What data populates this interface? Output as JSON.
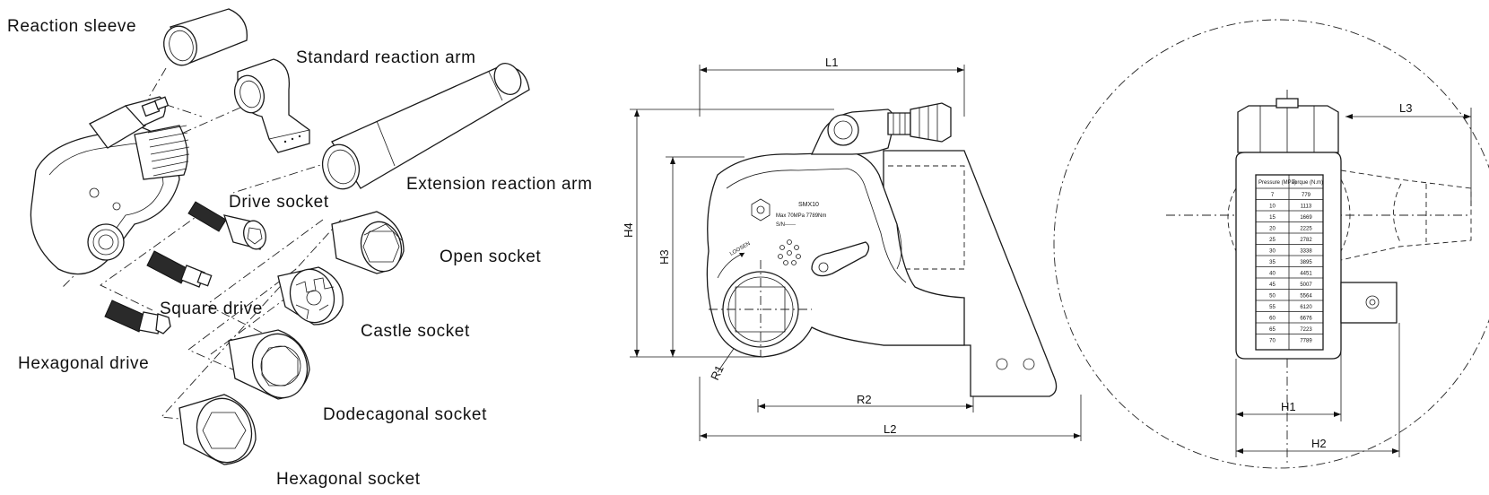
{
  "exploded_view": {
    "labels": {
      "reaction_sleeve": "Reaction sleeve",
      "standard_reaction_arm": "Standard reaction arm",
      "extension_reaction_arm": "Extension reaction arm",
      "drive_socket": "Drive socket",
      "open_socket": "Open socket",
      "square_drive": "Square drive",
      "castle_socket": "Castle socket",
      "hexagonal_drive": "Hexagonal drive",
      "dodecagonal_socket": "Dodecagonal socket",
      "hexagonal_socket": "Hexagonal socket"
    }
  },
  "side_view": {
    "dimensions": {
      "l1": "L1",
      "l2": "L2",
      "h3": "H3",
      "h4": "H4",
      "r1": "R1",
      "r2": "R2"
    },
    "nameplate": {
      "model": "SMX10",
      "max": "Max 70MPa 7789Nm",
      "serial": "S/N------",
      "loosen": "LOOSEN"
    }
  },
  "front_view": {
    "dimensions": {
      "l3": "L3",
      "h1": "H1",
      "h2": "H2"
    },
    "table": {
      "headers": [
        "Pressure (MPa)",
        "Torque (N.m)"
      ],
      "rows": [
        [
          "7",
          "779"
        ],
        [
          "10",
          "1113"
        ],
        [
          "15",
          "1669"
        ],
        [
          "20",
          "2225"
        ],
        [
          "25",
          "2782"
        ],
        [
          "30",
          "3338"
        ],
        [
          "35",
          "3895"
        ],
        [
          "40",
          "4451"
        ],
        [
          "45",
          "5007"
        ],
        [
          "50",
          "5564"
        ],
        [
          "55",
          "6120"
        ],
        [
          "60",
          "6676"
        ],
        [
          "65",
          "7223"
        ],
        [
          "70",
          "7789"
        ]
      ]
    }
  }
}
